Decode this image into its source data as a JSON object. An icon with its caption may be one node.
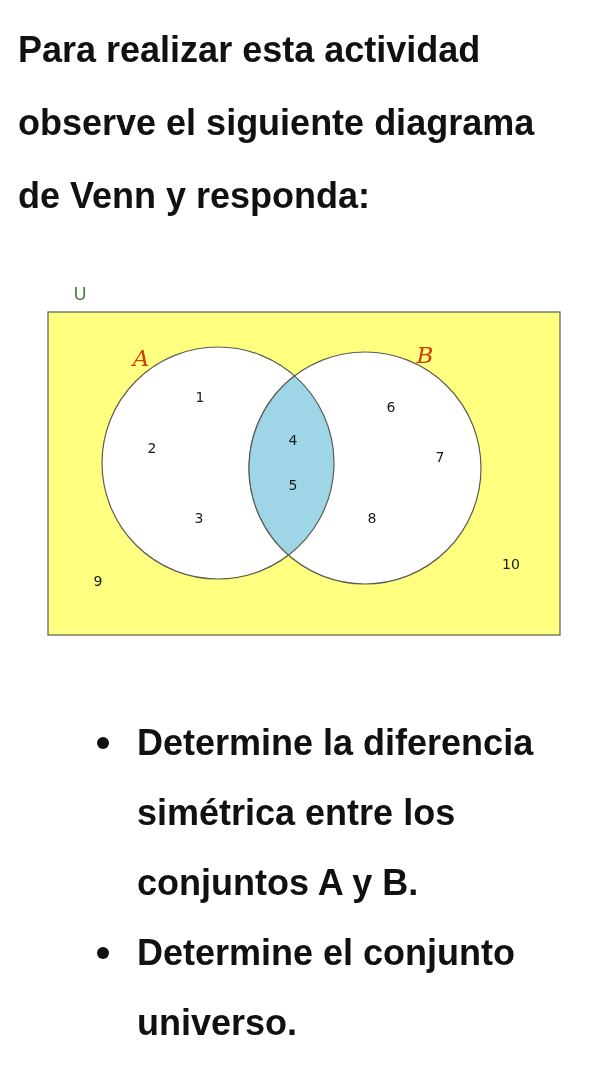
{
  "diagram": {
    "title": "Para realizar esta actividad observe el siguiente diagrama de Venn y responda:",
    "nodes": [
      {
        "text": [
          "U",
          "9",
          "10"
        ]
      },
      {
        "text": [
          "A",
          "1",
          "2",
          "3"
        ],
        "in": 0
      },
      {
        "text": [
          "B",
          "6",
          "7",
          "8"
        ],
        "in": 0
      },
      {
        "text": [
          "4",
          "5"
        ]
      }
    ],
    "labels": [
      "Determine la diferencia simétrica entre los conjuntos A y B.",
      "Determine el conjunto universo."
    ]
  }
}
